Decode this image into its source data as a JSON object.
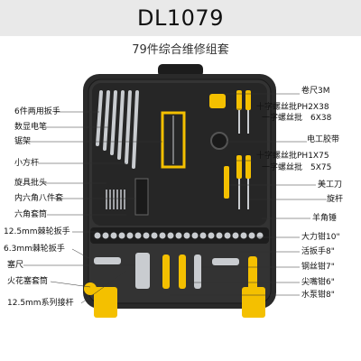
{
  "header": {
    "model": "DL1079",
    "title": "79件综合维修组套"
  },
  "colors": {
    "case": "#2b2b2b",
    "case_dark": "#1a1a1a",
    "accent": "#f4c000",
    "chrome": "#c9ccd0",
    "header_bg": "#e9e9e9"
  },
  "labels_left": [
    "6件两用扳手",
    "数显电笔",
    "锯架",
    "小方杆",
    "旋具批头",
    "内六角八件套",
    "六角套筒",
    "12.5mm棘轮扳手",
    "6.3mm棘轮扳手",
    "塞尺",
    "火花塞套筒",
    "12.5mm系列接杆"
  ],
  "labels_right": [
    "卷尺3M",
    "十字螺丝批PH2X38",
    "一字螺丝批　6X38",
    "电工胶带",
    "十字螺丝批PH1X75",
    "一字螺丝批　5X75",
    "美工刀",
    "旋杆",
    "羊角锤",
    "大力钳10\"",
    "活扳手8\"",
    "钢丝钳7\"",
    "尖嘴钳6\"",
    "水泵钳8\""
  ]
}
